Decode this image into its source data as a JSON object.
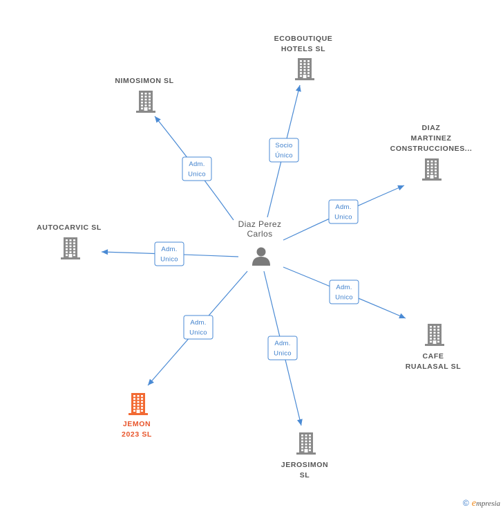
{
  "center": {
    "name_lines": [
      "Diaz Perez",
      "Carlos"
    ]
  },
  "companies": [
    {
      "id": "ecoboutique",
      "lines": [
        "ECOBOUTIQUE",
        "HOTELS  SL"
      ],
      "highlight": false,
      "relation": [
        "Socio",
        "Único"
      ]
    },
    {
      "id": "nimosimon",
      "lines": [
        "NIMOSIMON SL"
      ],
      "highlight": false,
      "relation": [
        "Adm.",
        "Unico"
      ]
    },
    {
      "id": "diaz-martinez",
      "lines": [
        "DIAZ",
        "MARTINEZ",
        "CONSTRUCCIONES..."
      ],
      "highlight": false,
      "relation": [
        "Adm.",
        "Unico"
      ]
    },
    {
      "id": "autocarvic",
      "lines": [
        "AUTOCARVIC SL"
      ],
      "highlight": false,
      "relation": [
        "Adm.",
        "Unico"
      ]
    },
    {
      "id": "cafe-rualasal",
      "lines": [
        "CAFE",
        "RUALASAL  SL"
      ],
      "highlight": false,
      "relation": [
        "Adm.",
        "Unico"
      ]
    },
    {
      "id": "jemon",
      "lines": [
        "JEMON",
        "2023  SL"
      ],
      "highlight": true,
      "relation": [
        "Adm.",
        "Unico"
      ]
    },
    {
      "id": "jerosimon",
      "lines": [
        "JEROSIMON",
        "SL"
      ],
      "highlight": false,
      "relation": [
        "Adm.",
        "Unico"
      ]
    }
  ],
  "footer": {
    "copyright": "©",
    "brand_first": "e",
    "brand_rest": "mpresia"
  },
  "colors": {
    "edge": "#4a8ad4",
    "building": "#8a8a8a",
    "highlight": "#f26a33"
  }
}
